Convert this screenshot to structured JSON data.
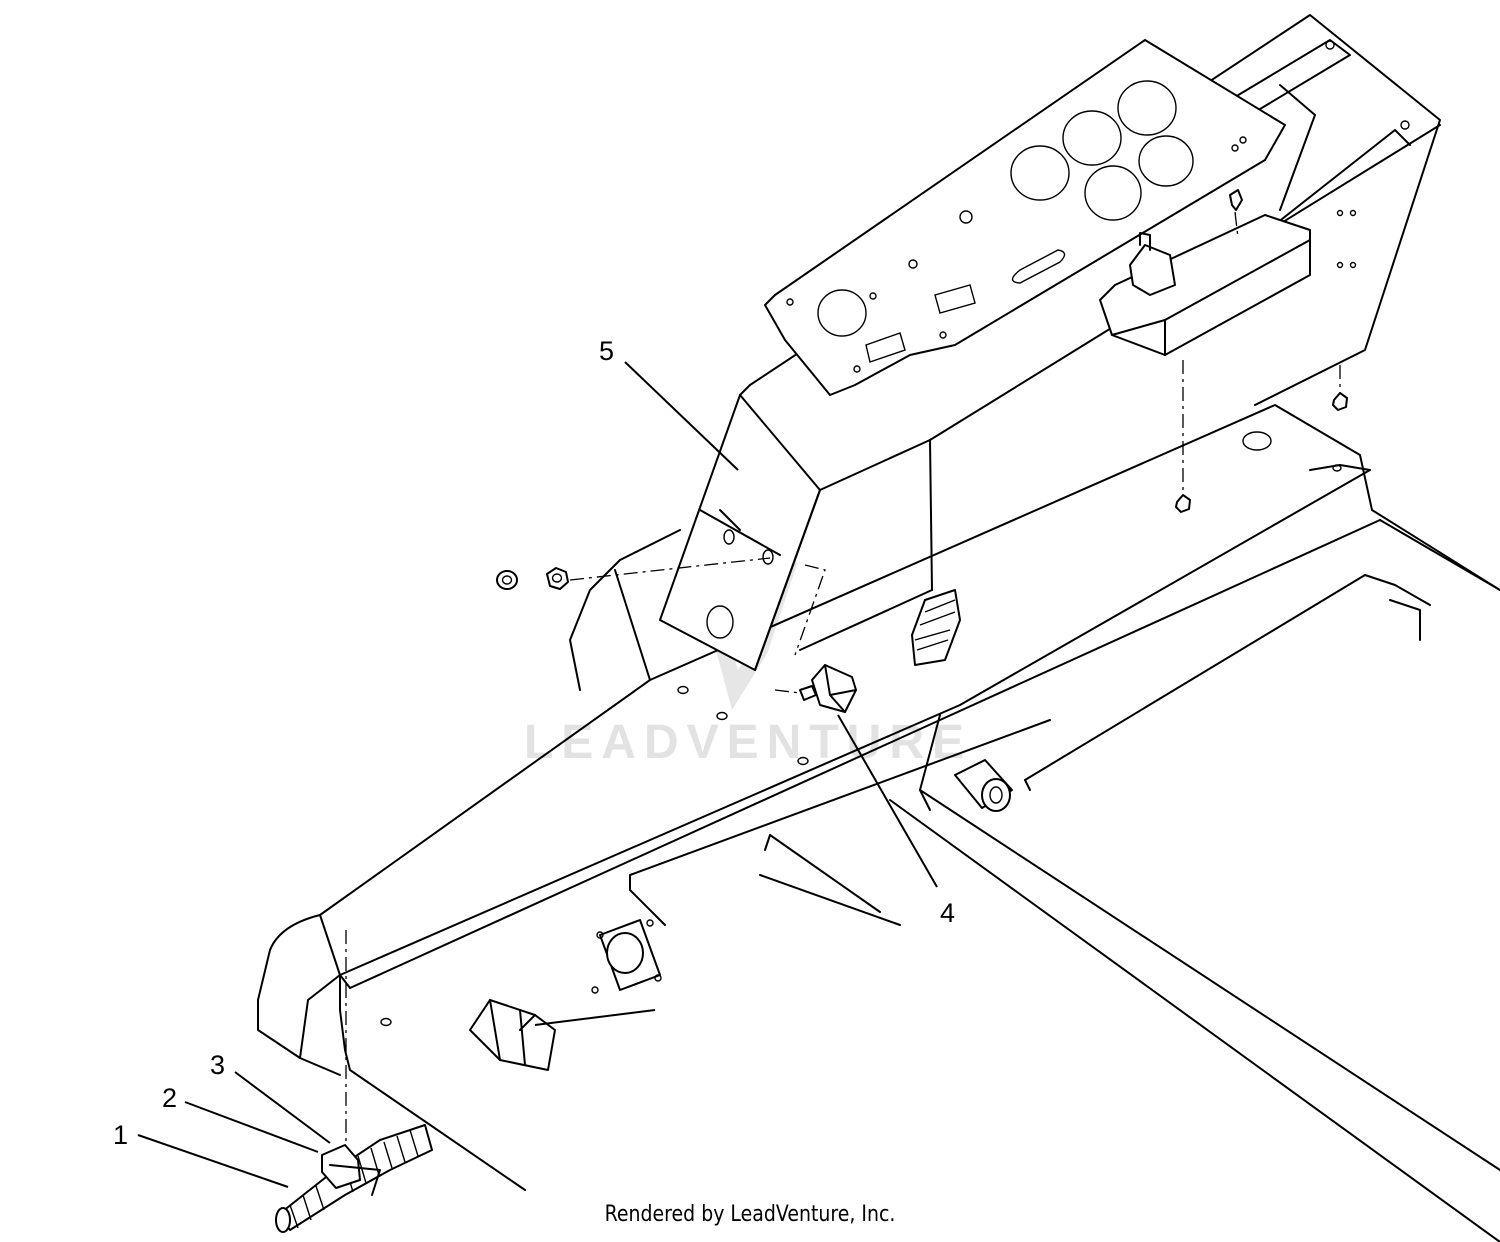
{
  "callouts": [
    {
      "id": "1",
      "label": "1"
    },
    {
      "id": "2",
      "label": "2"
    },
    {
      "id": "3",
      "label": "3"
    },
    {
      "id": "4",
      "label": "4"
    },
    {
      "id": "5",
      "label": "5"
    }
  ],
  "watermark": "LEADVENTURE",
  "footer": "Rendered by LeadVenture, Inc."
}
